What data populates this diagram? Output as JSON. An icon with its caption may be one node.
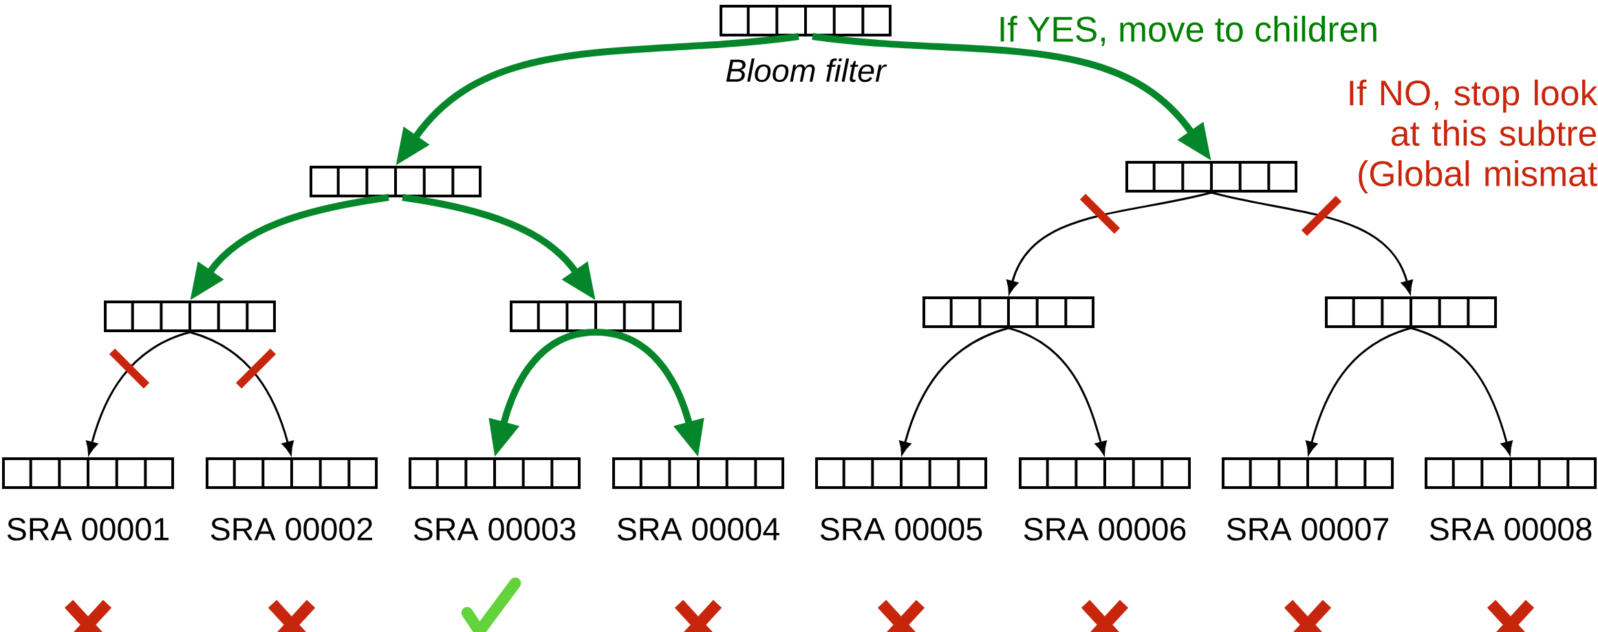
{
  "diagram": {
    "nodes": [
      {
        "text": [],
        "shape": "box",
        "beside": [
          "Bloom filter"
        ]
      },
      {
        "text": [],
        "shape": "box"
      },
      {
        "text": [],
        "shape": "box"
      },
      {
        "text": [],
        "shape": "box"
      },
      {
        "text": [],
        "shape": "box"
      },
      {
        "text": [],
        "shape": "box"
      },
      {
        "text": [],
        "shape": "box"
      },
      {
        "text": [],
        "shape": "box",
        "beside": [
          "SRA 00001"
        ]
      },
      {
        "text": [],
        "shape": "box",
        "beside": [
          "SRA 00002"
        ]
      },
      {
        "text": [],
        "shape": "box",
        "beside": [
          "SRA 00003"
        ]
      },
      {
        "text": [],
        "shape": "box",
        "beside": [
          "SRA 00004"
        ]
      },
      {
        "text": [],
        "shape": "box",
        "beside": [
          "SRA 00005"
        ]
      },
      {
        "text": [],
        "shape": "box",
        "beside": [
          "SRA 00006"
        ]
      },
      {
        "text": [],
        "shape": "box",
        "beside": [
          "SRA 00007"
        ]
      },
      {
        "text": [],
        "shape": "box",
        "beside": [
          "SRA 00008"
        ]
      }
    ],
    "edges": [
      {
        "from": 0,
        "to": 1,
        "arrow": "to",
        "style": "thick",
        "color": "#05862a"
      },
      {
        "from": 0,
        "to": 2,
        "arrow": "to",
        "style": "thick",
        "color": "#05862a"
      },
      {
        "from": 1,
        "to": 3,
        "arrow": "to",
        "style": "thick",
        "color": "#05862a"
      },
      {
        "from": 1,
        "to": 4,
        "arrow": "to",
        "style": "thick",
        "color": "#05862a"
      },
      {
        "from": 2,
        "to": 5,
        "arrow": "to"
      },
      {
        "from": 2,
        "to": 6,
        "arrow": "to"
      },
      {
        "from": 3,
        "to": 7,
        "arrow": "to"
      },
      {
        "from": 3,
        "to": 8,
        "arrow": "to"
      },
      {
        "from": 4,
        "to": 9,
        "arrow": "to",
        "style": "thick",
        "color": "#05862a"
      },
      {
        "from": 4,
        "to": 10,
        "arrow": "to",
        "style": "thick",
        "color": "#05862a"
      },
      {
        "from": 5,
        "to": 11,
        "arrow": "to"
      },
      {
        "from": 5,
        "to": 12,
        "arrow": "to"
      },
      {
        "from": 6,
        "to": 13,
        "arrow": "to"
      },
      {
        "from": 6,
        "to": 14,
        "arrow": "to"
      }
    ],
    "labels": [
      "If YES, move to children",
      "If NO, stop look at this subtre (Global mismat"
    ]
  }
}
